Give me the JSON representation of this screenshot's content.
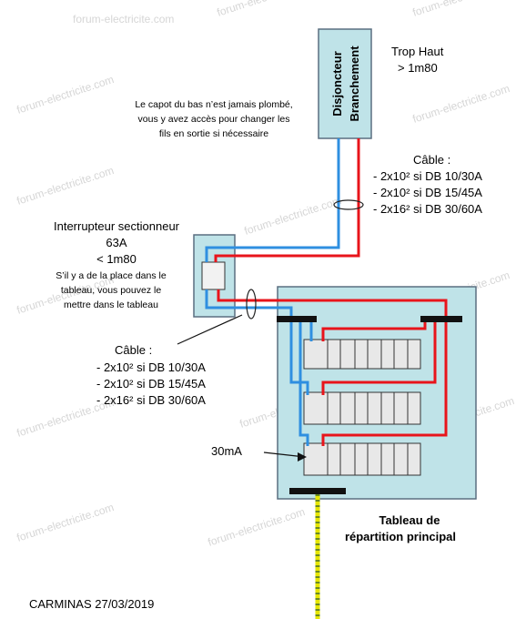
{
  "watermark": "forum-electricite.com",
  "colors": {
    "phase": "#e8141b",
    "neutral": "#2f8fe0",
    "earth": "#e6e600",
    "box_fill": "#bfe3e8",
    "box_stroke": "#5a6f80"
  },
  "main_breaker": {
    "line1": "Disjoncteur",
    "line2": "Branchement"
  },
  "height_note": {
    "line1": "Trop Haut",
    "line2": "> 1m80"
  },
  "cover_note": {
    "line1": "Le capot du bas n’est jamais plombé,",
    "line2": "vous  y avez accès pour changer les",
    "line3": "fils en sortie si nécessaire"
  },
  "cable_top": {
    "title": "Câble :",
    "lines": [
      "- 2x10² si DB 10/30A",
      "- 2x10² si DB 15/45A",
      "- 2x16² si DB 30/60A"
    ]
  },
  "switch_note": {
    "line1": "Interrupteur  sectionneur",
    "line2": "63A",
    "line3": "< 1m80",
    "line4": "S’il y a de la place dans le",
    "line5": "tableau, vous pouvez  le",
    "line6": "mettre dans le tableau"
  },
  "cable_bottom": {
    "title": "Câble :",
    "lines": [
      "- 2x10² si DB 10/30A",
      "- 2x10² si DB 15/45A",
      "- 2x16² si DB 30/60A"
    ]
  },
  "rcd_label": "30mA",
  "panel_title": {
    "line1": "Tableau de",
    "line2": "répartition principal"
  },
  "author": "CARMINAS 27/03/2019"
}
